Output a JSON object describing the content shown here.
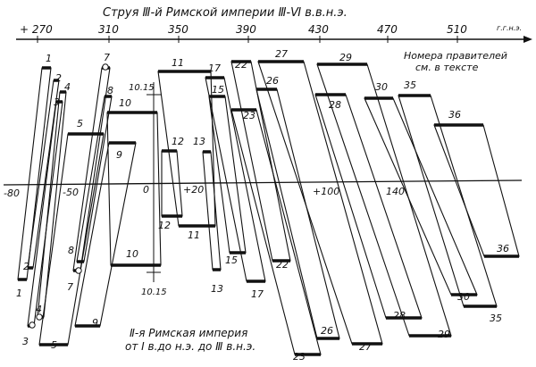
{
  "header": {
    "title": "Струя Ⅲ-й Римской империи Ⅲ-Ⅵ в.в.н.э.",
    "unit": "г.г.н.э.",
    "top_scale": [
      "+ 270",
      "310",
      "350",
      "390",
      "430",
      "470",
      "510"
    ],
    "note_line1": "Номера правителей",
    "note_line2": "см. в тексте"
  },
  "axis": {
    "scale": [
      "-80",
      "-50",
      "0",
      "+20",
      "+100",
      "140"
    ]
  },
  "markers": {
    "upper": "10.15",
    "lower": "10.15"
  },
  "footer": {
    "line1": "Ⅱ-я Римская империя",
    "line2": "от Ⅰ в.до н.э. до Ⅲ в.н.э."
  },
  "rulers": [
    {
      "top": "1",
      "bottom": "1"
    },
    {
      "top": "2",
      "bottom": "2"
    },
    {
      "top": "3",
      "bottom": "3"
    },
    {
      "top": "4",
      "bottom": "4"
    },
    {
      "top": "5",
      "bottom": "5"
    },
    {
      "top": "7",
      "bottom": "7"
    },
    {
      "top": "8",
      "bottom": "8"
    },
    {
      "top": "9",
      "bottom": "9"
    },
    {
      "top": "10",
      "bottom": "10"
    },
    {
      "top": "11",
      "bottom": "11"
    },
    {
      "top": "12",
      "bottom": "12"
    },
    {
      "top": "13",
      "bottom": "13"
    },
    {
      "top": "15",
      "bottom": "15"
    },
    {
      "top": "17",
      "bottom": "17"
    },
    {
      "top": "22",
      "bottom": "22"
    },
    {
      "top": "23",
      "bottom": "23"
    },
    {
      "top": "26",
      "bottom": "26"
    },
    {
      "top": "27",
      "bottom": "27"
    },
    {
      "top": "28",
      "bottom": "28"
    },
    {
      "top": "29",
      "bottom": "29"
    },
    {
      "top": "30",
      "bottom": "30"
    },
    {
      "top": "35",
      "bottom": "35"
    },
    {
      "top": "36",
      "bottom": "36"
    }
  ]
}
